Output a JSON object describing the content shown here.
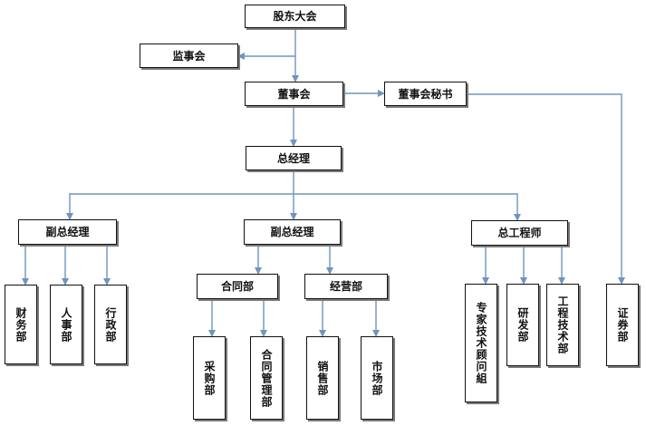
{
  "chart": {
    "nodes": [
      {
        "id": "shareholders",
        "label": "股东大会",
        "orientation": "horizontal"
      },
      {
        "id": "supervisors",
        "label": "监事会",
        "orientation": "horizontal"
      },
      {
        "id": "board",
        "label": "董事会",
        "orientation": "horizontal"
      },
      {
        "id": "board-secretary",
        "label": "董事会秘书",
        "orientation": "horizontal"
      },
      {
        "id": "general-manager",
        "label": "总经理",
        "orientation": "horizontal"
      },
      {
        "id": "vp-left",
        "label": "副总经理",
        "orientation": "horizontal"
      },
      {
        "id": "vp-middle",
        "label": "副总经理",
        "orientation": "horizontal"
      },
      {
        "id": "chief-engineer",
        "label": "总工程师",
        "orientation": "horizontal"
      },
      {
        "id": "finance-dept",
        "label": "财务部",
        "orientation": "vertical"
      },
      {
        "id": "hr-dept",
        "label": "人事部",
        "orientation": "vertical"
      },
      {
        "id": "admin-dept",
        "label": "行政部",
        "orientation": "vertical"
      },
      {
        "id": "contract-dept",
        "label": "合同部",
        "orientation": "horizontal"
      },
      {
        "id": "operations-dept",
        "label": "经营部",
        "orientation": "horizontal"
      },
      {
        "id": "procurement-dept",
        "label": "采购部",
        "orientation": "vertical"
      },
      {
        "id": "contract-management-dept",
        "label": "合同管理部",
        "orientation": "vertical"
      },
      {
        "id": "sales-dept",
        "label": "销售部",
        "orientation": "vertical"
      },
      {
        "id": "marketing-dept",
        "label": "市场部",
        "orientation": "vertical"
      },
      {
        "id": "expert-advisory-group",
        "label": "专家技术顾问組",
        "orientation": "vertical"
      },
      {
        "id": "rd-dept",
        "label": "研发部",
        "orientation": "vertical"
      },
      {
        "id": "engineering-tech-dept",
        "label": "工程技术部",
        "orientation": "vertical"
      },
      {
        "id": "securities-dept",
        "label": "证券部",
        "orientation": "vertical"
      }
    ],
    "edges": [
      {
        "from": "shareholders",
        "to": "board"
      },
      {
        "from": "shareholders",
        "to": "supervisors"
      },
      {
        "from": "board",
        "to": "board-secretary"
      },
      {
        "from": "board",
        "to": "general-manager"
      },
      {
        "from": "general-manager",
        "to": "vp-left"
      },
      {
        "from": "general-manager",
        "to": "vp-middle"
      },
      {
        "from": "general-manager",
        "to": "chief-engineer"
      },
      {
        "from": "vp-left",
        "to": "finance-dept"
      },
      {
        "from": "vp-left",
        "to": "hr-dept"
      },
      {
        "from": "vp-left",
        "to": "admin-dept"
      },
      {
        "from": "vp-middle",
        "to": "contract-dept"
      },
      {
        "from": "vp-middle",
        "to": "operations-dept"
      },
      {
        "from": "contract-dept",
        "to": "procurement-dept"
      },
      {
        "from": "contract-dept",
        "to": "contract-management-dept"
      },
      {
        "from": "operations-dept",
        "to": "sales-dept"
      },
      {
        "from": "operations-dept",
        "to": "marketing-dept"
      },
      {
        "from": "chief-engineer",
        "to": "expert-advisory-group"
      },
      {
        "from": "chief-engineer",
        "to": "rd-dept"
      },
      {
        "from": "chief-engineer",
        "to": "engineering-tech-dept"
      },
      {
        "from": "board-secretary",
        "to": "securities-dept"
      }
    ],
    "colors": {
      "box_border": "#111111",
      "box_shadow": "#7a7a7a",
      "connector": "#6f95bd",
      "text": "#111111",
      "background": "#ffffff"
    }
  }
}
